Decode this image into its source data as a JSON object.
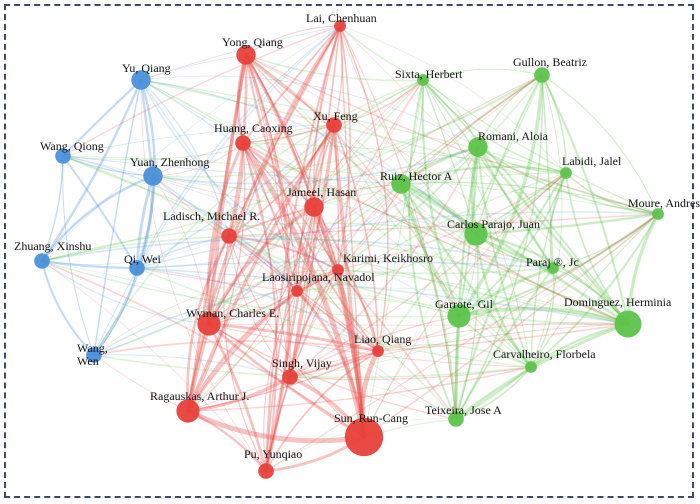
{
  "clusters": {
    "blue": "#4a90d9",
    "red": "#e8403a",
    "green": "#5cc44a"
  },
  "nodes": [
    {
      "id": "lai",
      "label": "Lai, Chenhuan",
      "cluster": "red",
      "weight": 1
    },
    {
      "id": "yong",
      "label": "Yong, Qiang",
      "cluster": "red",
      "weight": 3
    },
    {
      "id": "xu",
      "label": "Xu, Feng",
      "cluster": "red",
      "weight": 2
    },
    {
      "id": "huang",
      "label": "Huang, Caoxing",
      "cluster": "red",
      "weight": 2
    },
    {
      "id": "jameel",
      "label": "Jameel, Hasan",
      "cluster": "red",
      "weight": 3
    },
    {
      "id": "ladisch",
      "label": "Ladisch, Michael R.",
      "cluster": "red",
      "weight": 2
    },
    {
      "id": "laosiri",
      "label": "Laosiripojana, Navadol",
      "cluster": "red",
      "weight": 1
    },
    {
      "id": "karimi",
      "label": "Karimi, Keikhosro",
      "cluster": "red",
      "weight": 1
    },
    {
      "id": "wyman",
      "label": "Wyman, Charles E.",
      "cluster": "red",
      "weight": 4
    },
    {
      "id": "liao",
      "label": "Liao, Qiang",
      "cluster": "red",
      "weight": 1
    },
    {
      "id": "singh",
      "label": "Singh, Vijay",
      "cluster": "red",
      "weight": 2
    },
    {
      "id": "ragauskas",
      "label": "Ragauskas, Arthur J.",
      "cluster": "red",
      "weight": 4
    },
    {
      "id": "sun",
      "label": "Sun, Run-Cang",
      "cluster": "red",
      "weight": 8
    },
    {
      "id": "pu",
      "label": "Pu, Yunqiao",
      "cluster": "red",
      "weight": 2
    },
    {
      "id": "yuq",
      "label": "Yu, Qiang",
      "cluster": "blue",
      "weight": 3
    },
    {
      "id": "wangq",
      "label": "Wang, Qiong",
      "cluster": "blue",
      "weight": 2
    },
    {
      "id": "yuan",
      "label": "Yuan, Zhenhong",
      "cluster": "blue",
      "weight": 3
    },
    {
      "id": "zhuang",
      "label": "Zhuang, Xinshu",
      "cluster": "blue",
      "weight": 2
    },
    {
      "id": "qi",
      "label": "Qi, Wei",
      "cluster": "blue",
      "weight": 2
    },
    {
      "id": "wangw",
      "label": "Wang,\nWen",
      "cluster": "blue",
      "weight": 2
    },
    {
      "id": "sixta",
      "label": "Sixta, Herbert",
      "cluster": "green",
      "weight": 1
    },
    {
      "id": "gullon",
      "label": "Gullon, Beatriz",
      "cluster": "green",
      "weight": 2
    },
    {
      "id": "romani",
      "label": "Romani, Aloia",
      "cluster": "green",
      "weight": 3
    },
    {
      "id": "labidi",
      "label": "Labidi, Jalel",
      "cluster": "green",
      "weight": 1
    },
    {
      "id": "ruiz",
      "label": "Ruiz, Hector A",
      "cluster": "green",
      "weight": 3
    },
    {
      "id": "moure",
      "label": "Moure, Andres",
      "cluster": "green",
      "weight": 1
    },
    {
      "id": "parajo",
      "label": "Carlos Parajo, Juan",
      "cluster": "green",
      "weight": 4
    },
    {
      "id": "parajr",
      "label": "Paraj ®, Jc",
      "cluster": "green",
      "weight": 1
    },
    {
      "id": "garrote",
      "label": "Garrote, Gil",
      "cluster": "green",
      "weight": 4
    },
    {
      "id": "dominguez",
      "label": "Dominguez, Herminia",
      "cluster": "green",
      "weight": 5
    },
    {
      "id": "carvalheiro",
      "label": "Carvalheiro, Florbela",
      "cluster": "green",
      "weight": 1
    },
    {
      "id": "teixeira",
      "label": "Teixeira, Jose A",
      "cluster": "green",
      "weight": 2
    }
  ]
}
